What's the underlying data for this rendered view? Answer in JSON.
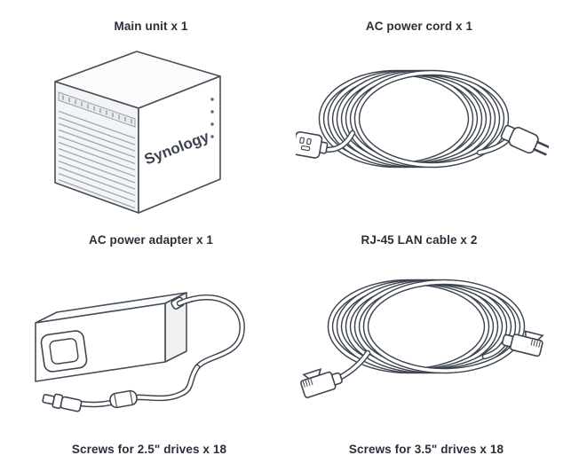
{
  "page": {
    "background": "#ffffff",
    "text_color": "#2a2f3a"
  },
  "labels": {
    "main_unit": "Main unit x 1",
    "power_cord": "AC power cord x 1",
    "power_adapter": "AC power adapter x 1",
    "lan_cable": "RJ-45 LAN cable x 2",
    "screws_25": "Screws for 2.5\" drives x 18",
    "screws_35": "Screws for 3.5\" drives x 18"
  },
  "illustrations": {
    "main_unit": {
      "brand_text": "Synology"
    }
  },
  "colors": {
    "line": "#3f454f",
    "fill": "#ffffff",
    "panel": "#f3f4f5",
    "strip": "#e8eaed"
  }
}
